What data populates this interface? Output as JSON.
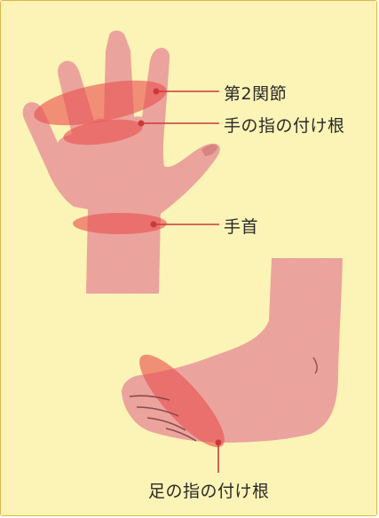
{
  "colors": {
    "background": "#fcf4b6",
    "skin": "#efa19a",
    "skin_shade": "#d97f7a",
    "highlight": "#e8504f",
    "leader_line": "#c93a3a",
    "text": "#2a2a2a"
  },
  "labels": {
    "second_joint": "第2関節",
    "finger_base": "手の指の付け根",
    "wrist": "手首",
    "toe_base": "足の指の付け根"
  }
}
